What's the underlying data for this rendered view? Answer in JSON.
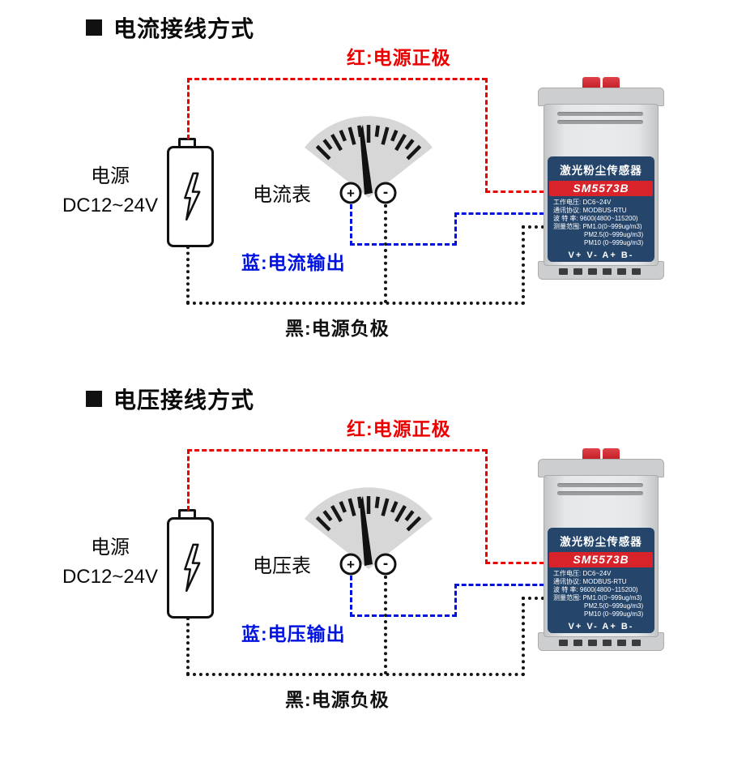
{
  "colors": {
    "wire_red": "#ee0000",
    "wire_blue": "#0012e0",
    "wire_black": "#151515",
    "sensor_navy": "#25456b",
    "sensor_red": "#d8232a"
  },
  "sections": [
    {
      "title": "电流接线方式",
      "wire_labels": {
        "positive": "红:电源正极",
        "output": "蓝:电流输出",
        "negative": "黑:电源负极"
      },
      "power": {
        "name": "电源",
        "range": "DC12~24V"
      },
      "meter": {
        "label": "电流表",
        "plus": "+",
        "minus": "-"
      },
      "sensor": {
        "name": "激光粉尘传感器",
        "model": "SM5573B",
        "specs": [
          "工作电压: DC6~24V",
          "通讯协议: MODBUS-RTU",
          "波 特 率: 9600(4800~115200)",
          "测量范围: PM1.0(0~999ug/m3)",
          "PM2.5(0~999ug/m3)",
          "PM10 (0~999ug/m3)"
        ],
        "terminals": "V+ V- A+ B-"
      }
    },
    {
      "title": "电压接线方式",
      "wire_labels": {
        "positive": "红:电源正极",
        "output": "蓝:电压输出",
        "negative": "黑:电源负极"
      },
      "power": {
        "name": "电源",
        "range": "DC12~24V"
      },
      "meter": {
        "label": "电压表",
        "plus": "+",
        "minus": "-"
      },
      "sensor": {
        "name": "激光粉尘传感器",
        "model": "SM5573B",
        "specs": [
          "工作电压: DC6~24V",
          "通讯协议: MODBUS-RTU",
          "波 特 率: 9600(4800~115200)",
          "测量范围: PM1.0(0~999ug/m3)",
          "PM2.5(0~999ug/m3)",
          "PM10 (0~999ug/m3)"
        ],
        "terminals": "V+ V- A+ B-"
      }
    }
  ]
}
